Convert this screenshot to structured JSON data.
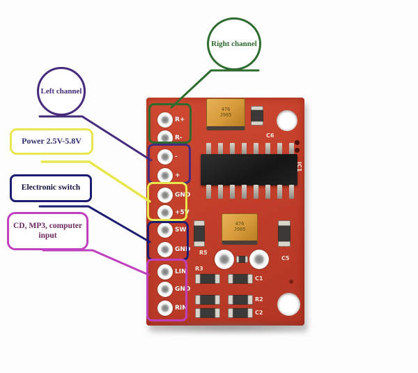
{
  "callouts": {
    "right_channel": {
      "label": "Right channel",
      "color": "#2e6b2e",
      "text_color": "#2e6b2e"
    },
    "left_channel": {
      "label": "Left channel",
      "color": "#452a7d",
      "text_color": "#452a7d"
    },
    "power": {
      "label": "Power 2.5V-5.8V",
      "color": "#e8e84e",
      "text_color": "#2e2e6e"
    },
    "electronic_switch": {
      "label": "Electronic switch",
      "color": "#1c1c72",
      "text_color": "#12123f"
    },
    "audio_input": {
      "label": "CD, MP3, computer input",
      "color": "#c040c0",
      "text_color": "#6e2860"
    }
  },
  "board": {
    "pads": [
      "R+",
      "R-",
      "-",
      "+",
      "GND",
      "+5V",
      "SW",
      "GND",
      "LIN",
      "GND",
      "RIN"
    ],
    "silkscreen": {
      "c6": "C6",
      "ic1": "IC1",
      "r5": "R5",
      "r3": "R3",
      "c5": "C5",
      "c1": "C1",
      "r2": "R2",
      "c2": "C2"
    },
    "cap_marking": {
      "line1": "476",
      "line2": "J905"
    }
  }
}
